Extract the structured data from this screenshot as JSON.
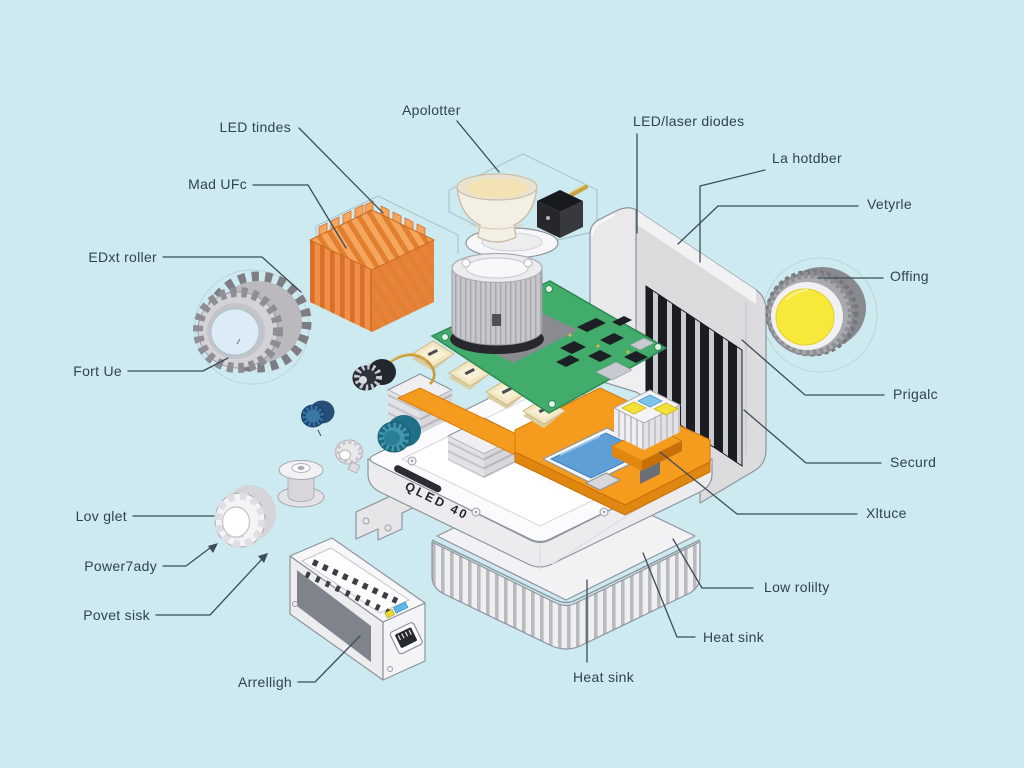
{
  "scene": {
    "description": "Isometric exploded-view diagram of an LED/QLED light-engine device with labeled parts",
    "colors": {
      "background": "#CDEAF1",
      "leader_line": "#3D4D58",
      "label_text": "#33424D",
      "heatsink_orange": "#F09048",
      "bracket_orange": "#F59C1F",
      "pcb_green": "#41AC6B",
      "screen_blue": "#5E9FD8",
      "lens_yellow": "#F7E83A",
      "knob_teal": "#4398AE",
      "fins_black": "#1B1D22",
      "module_cream": "#F2E7C0",
      "shell_gray": "#DCDCDF"
    }
  },
  "device": {
    "model_text": "QLED 40"
  },
  "labels": {
    "led_tindes": "LED tindes",
    "mad_ufc": "Mad UFc",
    "apolotter": "Apolotter",
    "led_laser_diodes": "LED/laser diodes",
    "la_hotdber": "La hotdber",
    "vetyrle": "Vetyrle",
    "offing": "Offing",
    "edxt_roller": "EDxt roller",
    "fort_ue": "Fort Ue",
    "prigalc": "Prigalc",
    "securd": "Securd",
    "xltuce": "Xltuce",
    "low_rolilty": "Low rolilty",
    "heat_sink_right": "Heat sink",
    "heat_sink_bottom": "Heat sink",
    "lov_glet": "Lov glet",
    "power7ady": "Power7ady",
    "povet_sisk": "Povet sisk",
    "arrelligh": "Arrelligh"
  }
}
